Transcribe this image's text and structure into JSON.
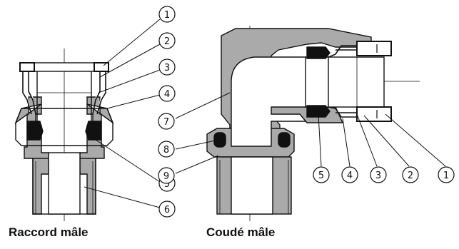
{
  "captions": {
    "left": "Raccord mâle",
    "right": "Coudé mâle"
  },
  "left_callouts": [
    "1",
    "2",
    "3",
    "4",
    "5",
    "6"
  ],
  "right_callouts": [
    "7",
    "8",
    "9",
    "5",
    "4",
    "3",
    "2",
    "1"
  ],
  "colors": {
    "body_fill": "#aaaaaa",
    "seal_fill": "#111111",
    "line": "#111111",
    "background": "#ffffff"
  }
}
